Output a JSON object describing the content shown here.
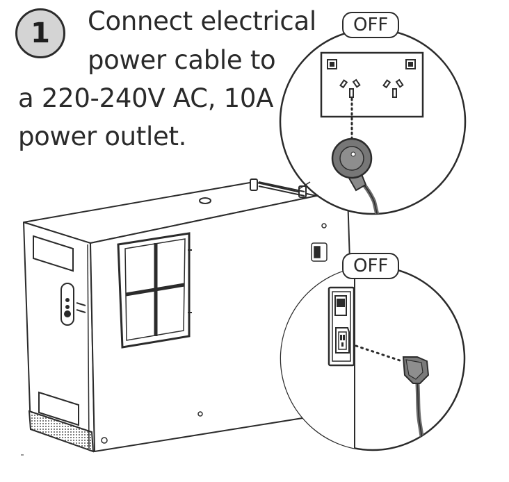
{
  "step": {
    "number": "1"
  },
  "instruction": {
    "lines": [
      "Connect electrical",
      "power cable to",
      "a 220-240V AC, 10A",
      "power outlet."
    ]
  },
  "callouts": {
    "outlet_switch_label": "OFF",
    "unit_switch_label": "OFF"
  },
  "colors": {
    "line": "#2b2b2b",
    "badge_fill": "#d4d4d4",
    "plug_fill": "#777777",
    "cable": "#6b6b6b"
  },
  "icons": [
    "wall-outlet-icon",
    "power-plug-icon",
    "iec-connector-icon",
    "power-switch-icon"
  ]
}
